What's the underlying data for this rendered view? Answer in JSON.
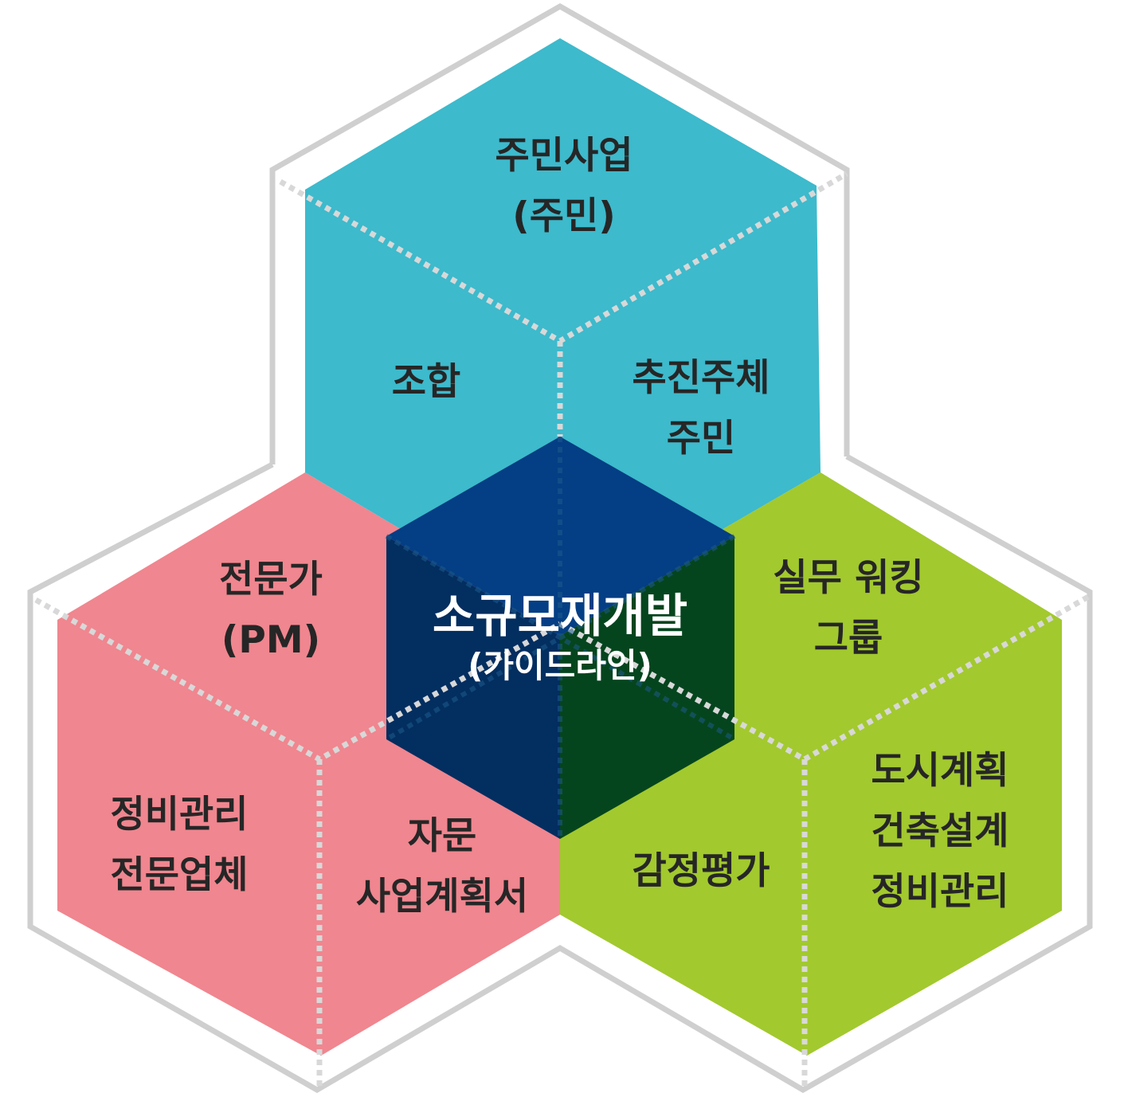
{
  "colors": {
    "outline": "#cfcfcf",
    "cyan": "#3dbacc",
    "pink": "#f0868f",
    "green": "#a2c92e",
    "center_top": "#043e84",
    "center_left": "#032e60",
    "center_right": "#05451e"
  },
  "center": {
    "title": "소규모재개발",
    "subtitle": "(가이드라인)"
  },
  "top_hex": {
    "top": [
      "주민사업",
      "(주민)"
    ],
    "left": [
      "조합"
    ],
    "right": [
      "추진주체",
      "주민"
    ]
  },
  "left_hex": {
    "top": [
      "전문가",
      "(PM)"
    ],
    "left": [
      "정비관리",
      "전문업체"
    ],
    "right": [
      "자문",
      "사업계획서"
    ]
  },
  "right_hex": {
    "top": [
      "실무 워킹",
      "그룹"
    ],
    "left": [
      "감정평가"
    ],
    "right": [
      "도시계획",
      "건축설계",
      "정비관리"
    ]
  }
}
